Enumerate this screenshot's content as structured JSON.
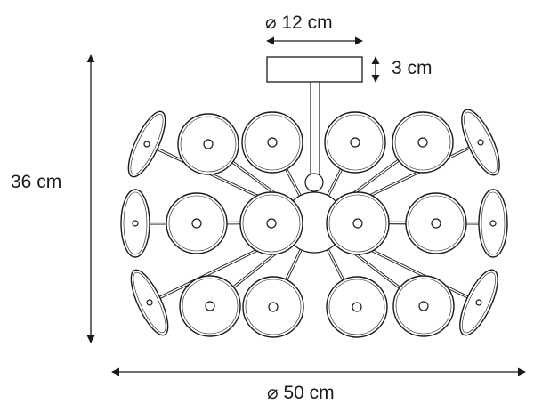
{
  "dimensions": {
    "canopy_diameter": "⌀ 12 cm",
    "canopy_height": "3 cm",
    "total_height": "36 cm",
    "total_diameter": "⌀ 50 cm"
  },
  "colors": {
    "line": "#1a1a1a",
    "disc_fill": "#ffffff",
    "background": "#ffffff"
  }
}
